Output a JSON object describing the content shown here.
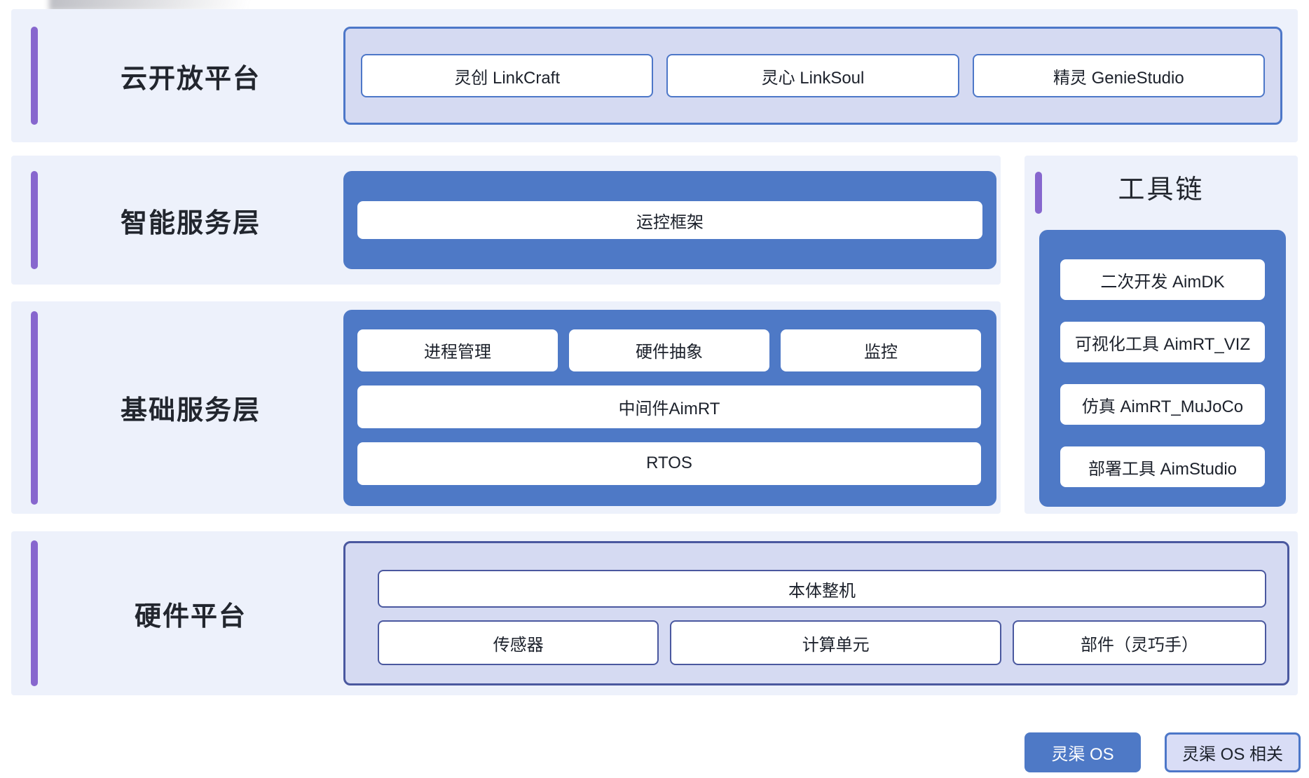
{
  "sections": {
    "cloud": {
      "title": "云开放平台",
      "items": [
        "灵创 LinkCraft",
        "灵心 LinkSoul",
        "精灵 GenieStudio"
      ]
    },
    "intelligent": {
      "title": "智能服务层",
      "box": "运控框架"
    },
    "basic": {
      "title": "基础服务层",
      "top_row": [
        "进程管理",
        "硬件抽象",
        "监控"
      ],
      "middle": "中间件AimRT",
      "bottom": "RTOS"
    },
    "toolchain": {
      "title": "工具链",
      "items": [
        "二次开发 AimDK",
        "可视化工具 AimRT_VIZ",
        "仿真 AimRT_MuJoCo",
        "部署工具 AimStudio"
      ]
    },
    "hardware": {
      "title": "硬件平台",
      "full": "本体整机",
      "row": [
        "传感器",
        "计算单元",
        "部件（灵巧手）"
      ]
    }
  },
  "legend": {
    "primary": "灵渠 OS",
    "secondary": "灵渠 OS 相关"
  },
  "colors": {
    "accent_blue": "#4e79c6",
    "border_blue": "#4d77c8",
    "border_indigo": "#4a589f",
    "panel_light_purple": "#d5daf2",
    "accent_purple_bar": "#8767ce",
    "section_background": "#edf1fb",
    "text_dark": "#22262e"
  }
}
